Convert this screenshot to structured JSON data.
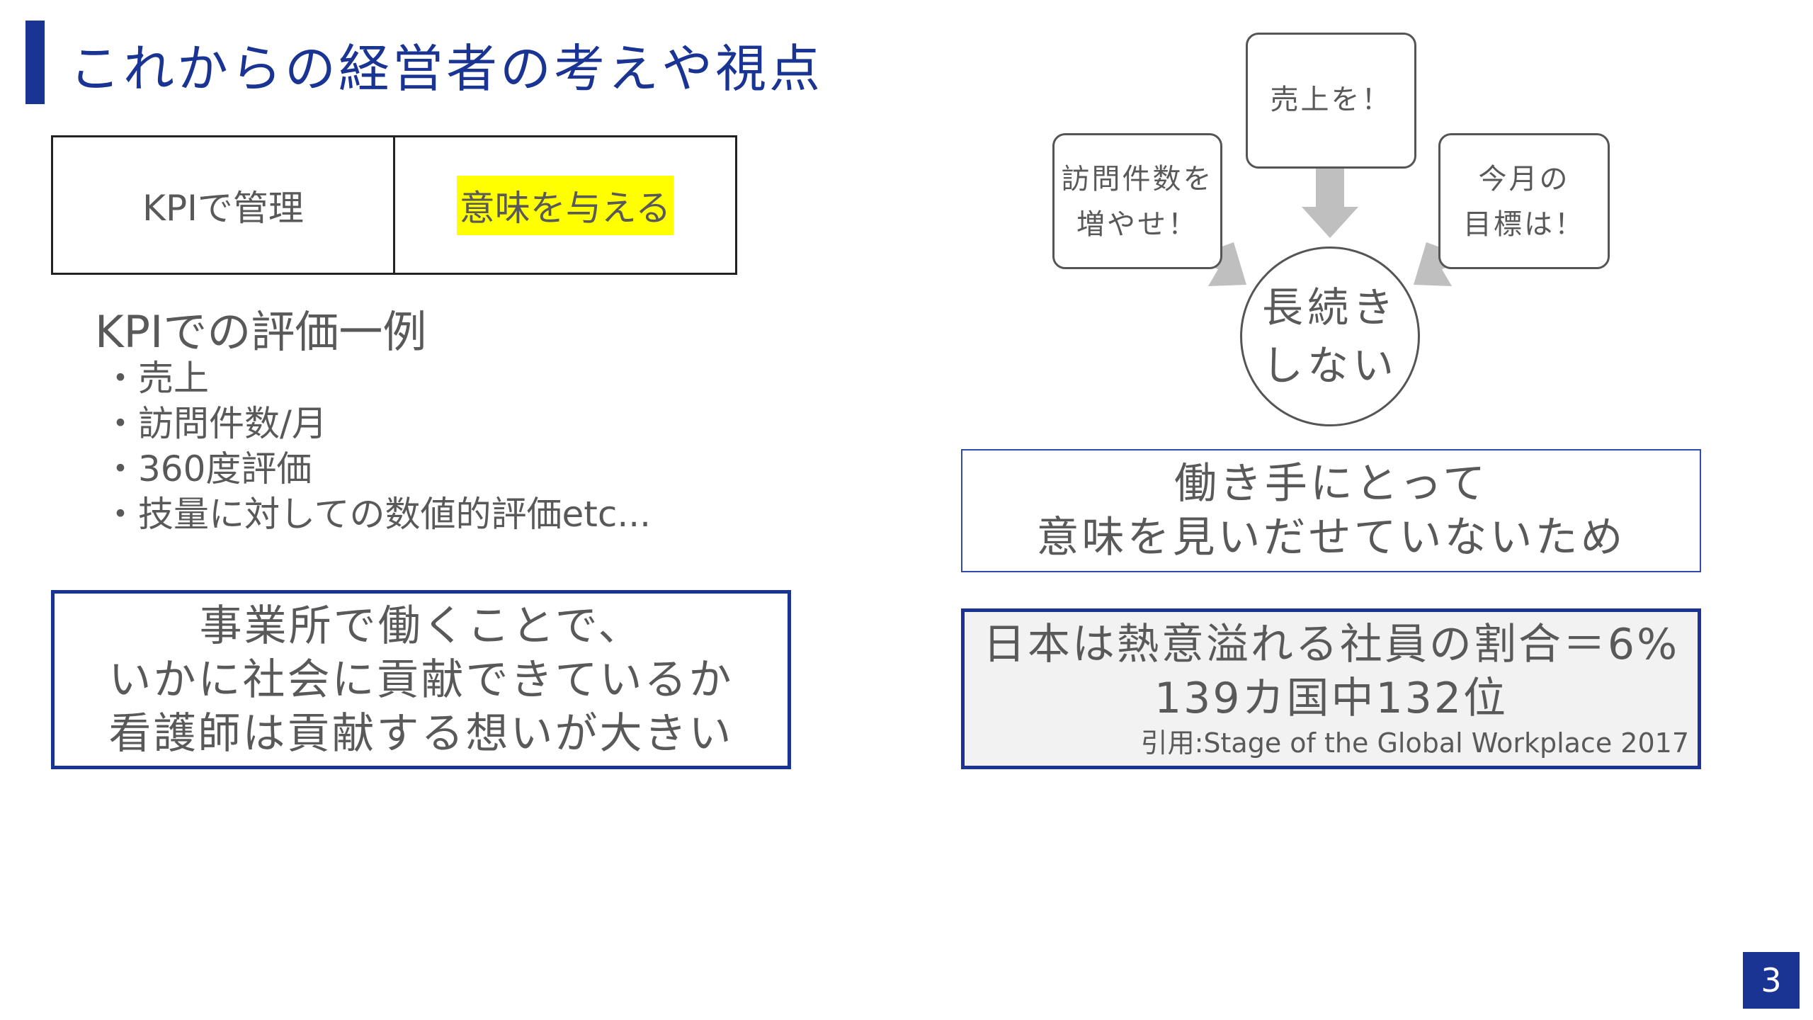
{
  "title": "これからの経営者の考えや視点",
  "comparison": {
    "left": "KPIで管理",
    "right": "意味を与える"
  },
  "examples": {
    "heading": "KPIでの評価一例",
    "items": [
      "・売上",
      "・訪問件数/月",
      "・360度評価",
      "・技量に対しての数値的評価etc..."
    ]
  },
  "contribution_box": {
    "lines": [
      "事業所で働くことで、",
      "いかに社会に貢献できているか",
      "看護師は貢献する想いが大きい"
    ]
  },
  "diagram": {
    "sales": "売上を！",
    "visits": [
      "訪問件数を",
      "増やせ！"
    ],
    "goal": [
      "今月の",
      "目標は！"
    ],
    "result": [
      "長続き",
      "しない"
    ]
  },
  "reason_box": {
    "lines": [
      "働き手にとって",
      "意味を見いだせていないため"
    ]
  },
  "stat_box": {
    "lines": [
      "日本は熱意溢れる社員の割合＝6%",
      "139カ国中132位"
    ],
    "citation": "引用:Stage of the Global Workplace 2017"
  },
  "page_number": "3",
  "colors": {
    "accent": "#1a3494",
    "highlight": "#ffff00",
    "text": "#595959",
    "arrow": "#bfbfbf"
  }
}
